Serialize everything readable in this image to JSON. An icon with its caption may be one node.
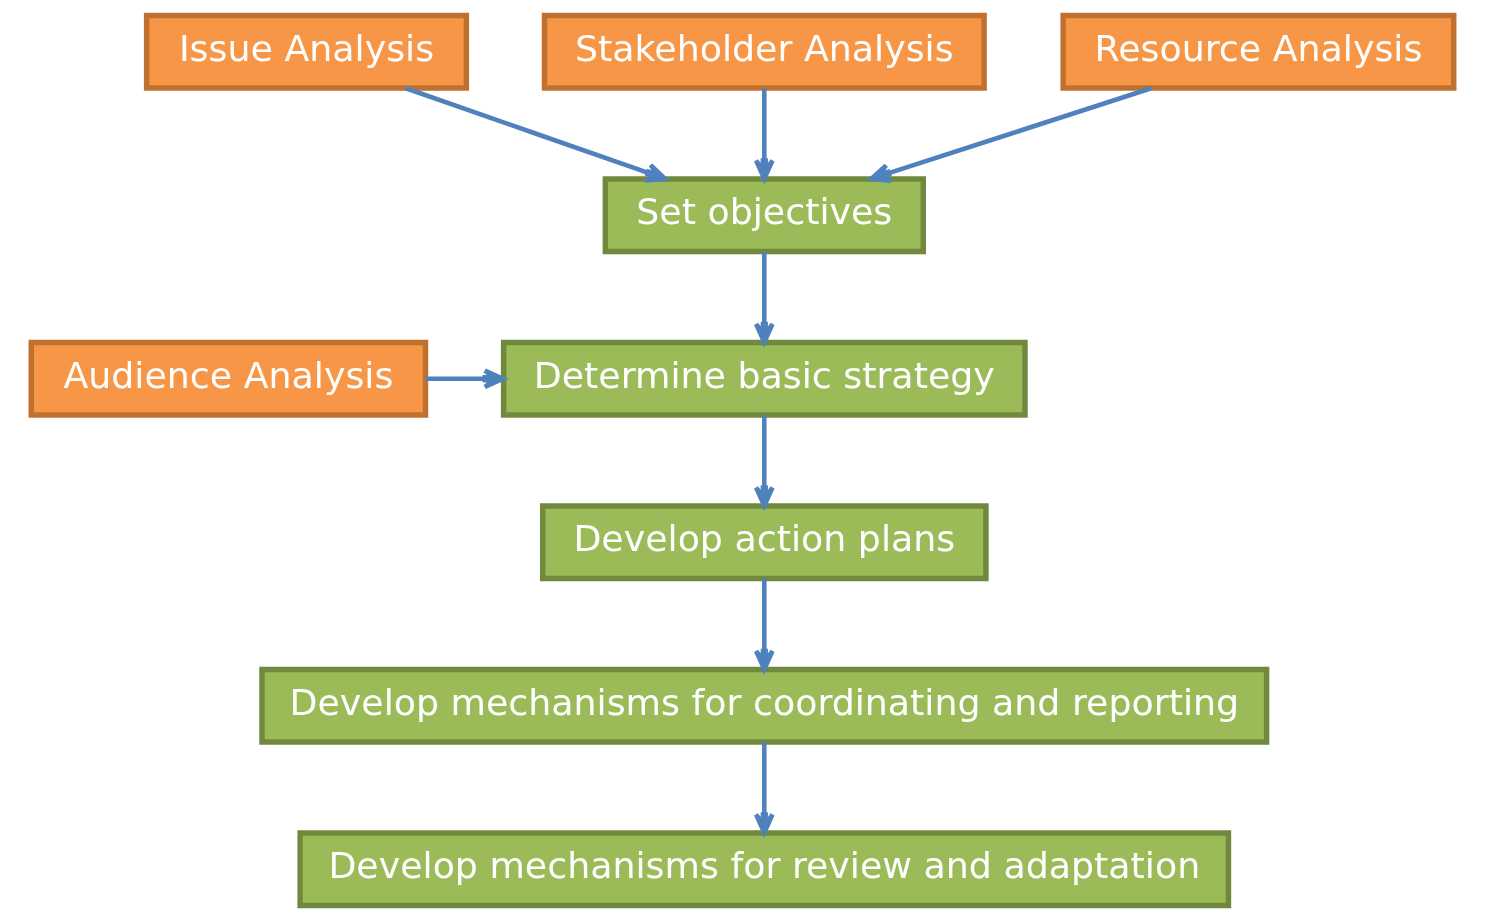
{
  "diagram": {
    "nodes": [
      {
        "text": [
          "Issue Analysis"
        ]
      },
      {
        "text": [
          "Stakeholder Analysis"
        ]
      },
      {
        "text": [
          "Resource Analysis"
        ]
      },
      {
        "text": [
          "Set objectives"
        ]
      },
      {
        "text": [
          "Audience Analysis"
        ]
      },
      {
        "text": [
          "Determine basic strategy"
        ]
      },
      {
        "text": [
          "Develop action plans"
        ]
      },
      {
        "text": [
          "Develop mechanisms for coordinating and reporting"
        ]
      },
      {
        "text": [
          "Develop mechanisms for review and adaptation"
        ]
      }
    ],
    "edges": [
      {
        "from": 0,
        "to": 3,
        "arrow": "to"
      },
      {
        "from": 1,
        "to": 3,
        "arrow": "to"
      },
      {
        "from": 2,
        "to": 3,
        "arrow": "to"
      },
      {
        "from": 3,
        "to": 5,
        "arrow": "to"
      },
      {
        "from": 4,
        "to": 5,
        "arrow": "to"
      },
      {
        "from": 5,
        "to": 6,
        "arrow": "to"
      },
      {
        "from": 6,
        "to": 7,
        "arrow": "to"
      },
      {
        "from": 7,
        "to": 8,
        "arrow": "to"
      }
    ]
  }
}
